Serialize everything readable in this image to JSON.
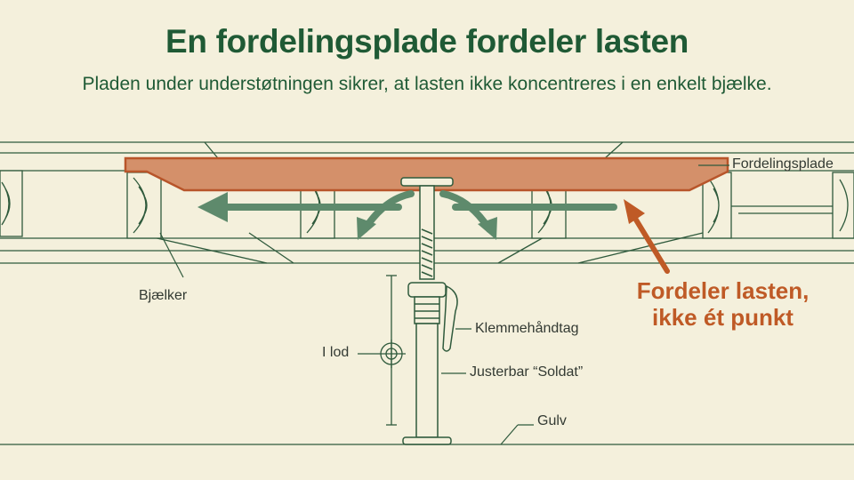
{
  "header": {
    "title": "En fordelingsplade fordeler lasten",
    "subtitle": "Pladen under understøtningen sikrer, at lasten ikke koncentreres i en enkelt bjælke."
  },
  "labels": {
    "plate": "Fordelingsplade",
    "joists": "Bjælker",
    "clamp_handle": "Klemmehåndtag",
    "plumb": "I lod",
    "prop": "Justerbar “Soldat”",
    "floor": "Gulv"
  },
  "callout": {
    "line1": "Fordeler lasten,",
    "line2": "ikke ét punkt"
  },
  "colors": {
    "background": "#f4f0dc",
    "title_green": "#1f5a35",
    "plate_orange": "#d4906a",
    "callout_orange": "#bf5a26",
    "arrow_green": "#5e8a6c",
    "line_green": "#2f5a3c"
  }
}
